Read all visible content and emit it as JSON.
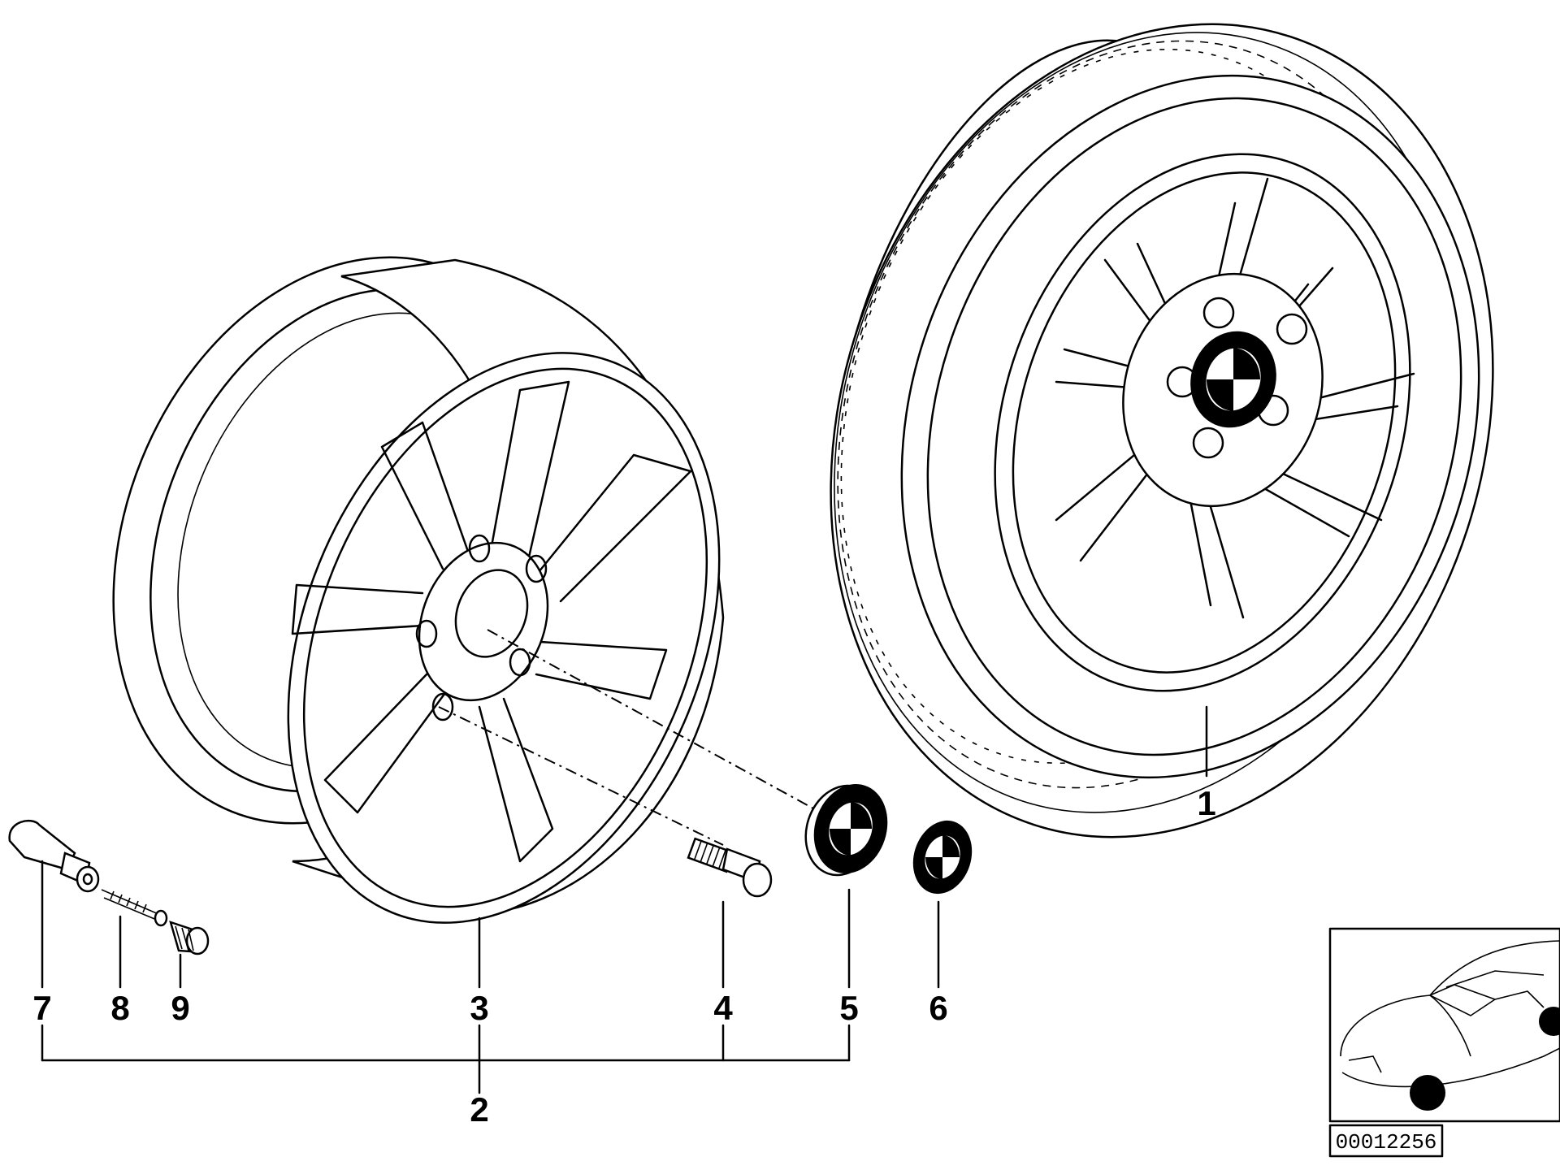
{
  "labels": {
    "p1": "1",
    "p2": "2",
    "p3": "3",
    "p4": "4",
    "p5": "5",
    "p6": "6",
    "p7": "7",
    "p8": "8",
    "p9": "9"
  },
  "reference_number": "00012256",
  "icons": {
    "hub_emblem": "roundel-icon",
    "locator_car": "car-locator-icon"
  }
}
